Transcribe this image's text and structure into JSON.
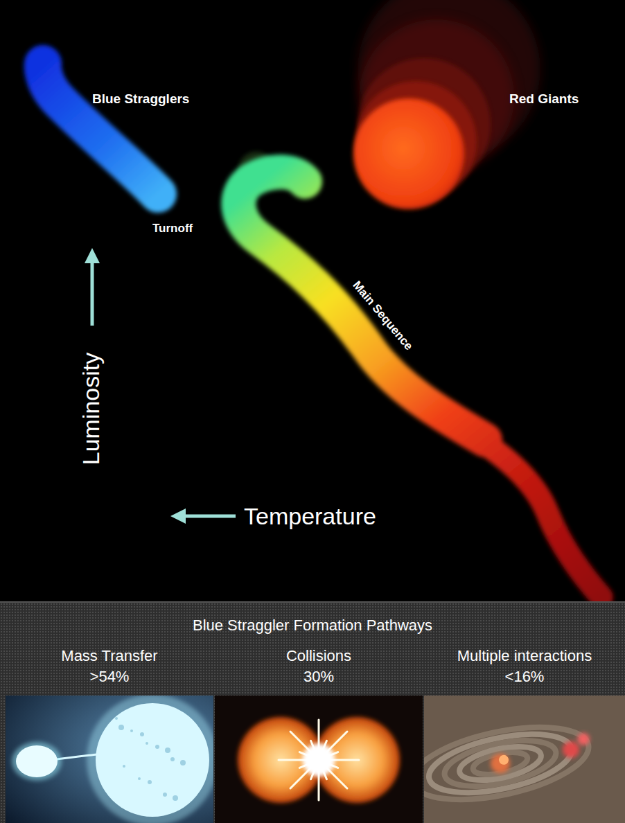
{
  "diagram": {
    "nodes": [
      {
        "text": [
          "Blue Straggler Formation Pathways"
        ]
      },
      {
        "text": [
          "Mass Transfer",
          ">54%"
        ],
        "in": 0
      },
      {
        "text": [
          "Collisions",
          "30%"
        ],
        "in": 0
      },
      {
        "text": [
          "Multiple interactions",
          "<16%"
        ],
        "in": 0
      }
    ],
    "labels": [
      "Blue Stragglers",
      "Red Giants",
      "Turnoff",
      "Main Sequence",
      "Luminosity",
      "Temperature"
    ]
  }
}
